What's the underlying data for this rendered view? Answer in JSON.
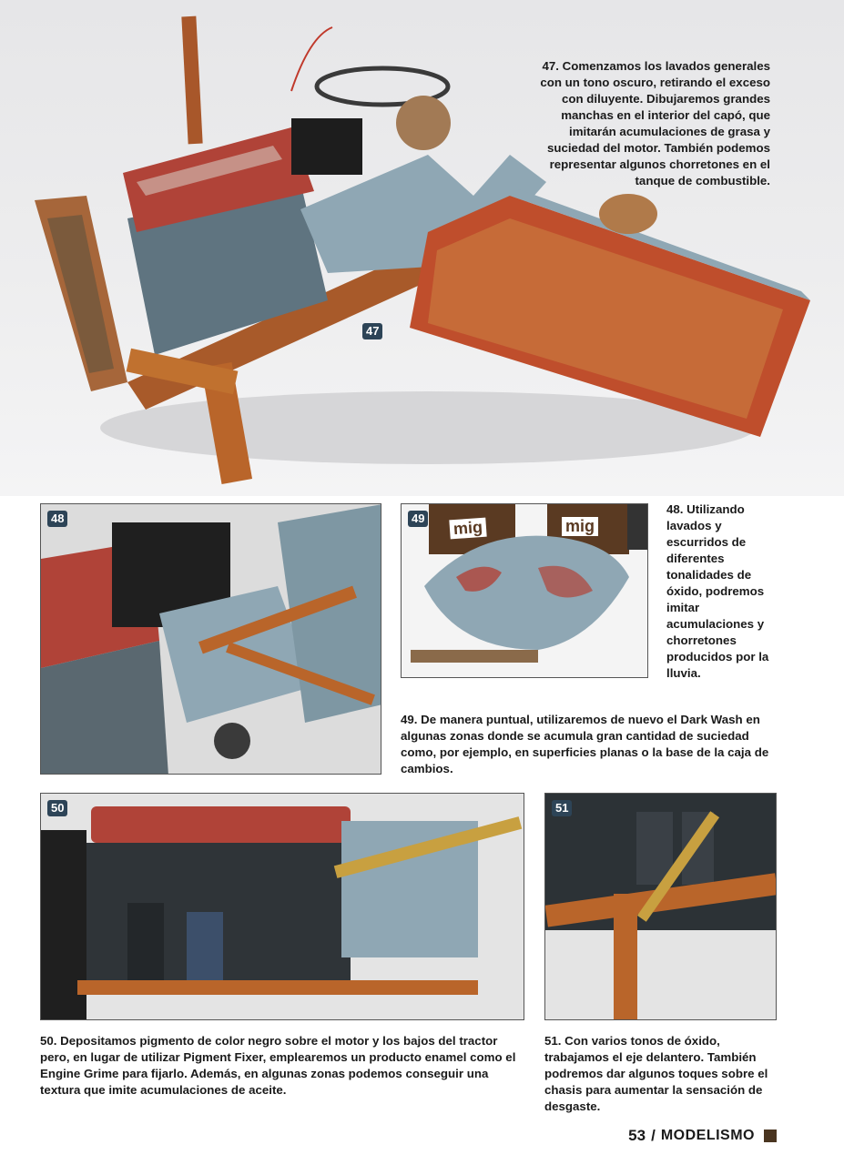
{
  "photos": {
    "p47": {
      "badge": "47"
    },
    "p48": {
      "badge": "48"
    },
    "p49": {
      "badge": "49",
      "jar_label": "mig"
    },
    "p50": {
      "badge": "50"
    },
    "p51": {
      "badge": "51"
    }
  },
  "captions": {
    "c47": "47. Comenzamos los lavados generales con un tono oscuro, retirando el exceso con diluyente. Dibujaremos grandes manchas en el interior del capó, que imitarán acumulaciones de grasa y suciedad del motor. También podemos representar algunos chorretones en el tanque de combustible.",
    "c48": "48. Utilizando lavados y escurridos de diferentes tonalidades de óxido, podremos imitar acumulaciones y chorretones producidos por la lluvia.",
    "c49": "49. De manera puntual, utilizaremos de nuevo el Dark Wash en algunas zonas donde se acumula gran cantidad de suciedad como, por ejemplo, en superficies planas o la base de la caja de cambios.",
    "c50": "50. Depositamos pigmento de color negro sobre el motor y los bajos del tractor pero, en lugar de utilizar Pigment Fixer, emplearemos un producto enamel como el Engine Grime para fijarlo. Además, en algunas zonas podemos conseguir una textura que imite acumulaciones de aceite.",
    "c51": "51. Con varios tonos de óxido, trabajamos el eje delantero. También podremos dar algunos toques sobre el chasis para aumentar la sensación de desgaste."
  },
  "footer": {
    "page_number": "53",
    "separator": "/",
    "brand": "MODELISMO"
  },
  "colors": {
    "badge": "#2d4457",
    "rust": "#b9652a",
    "red_paint": "#b04338",
    "blue_paint": "#8fa7b4"
  }
}
